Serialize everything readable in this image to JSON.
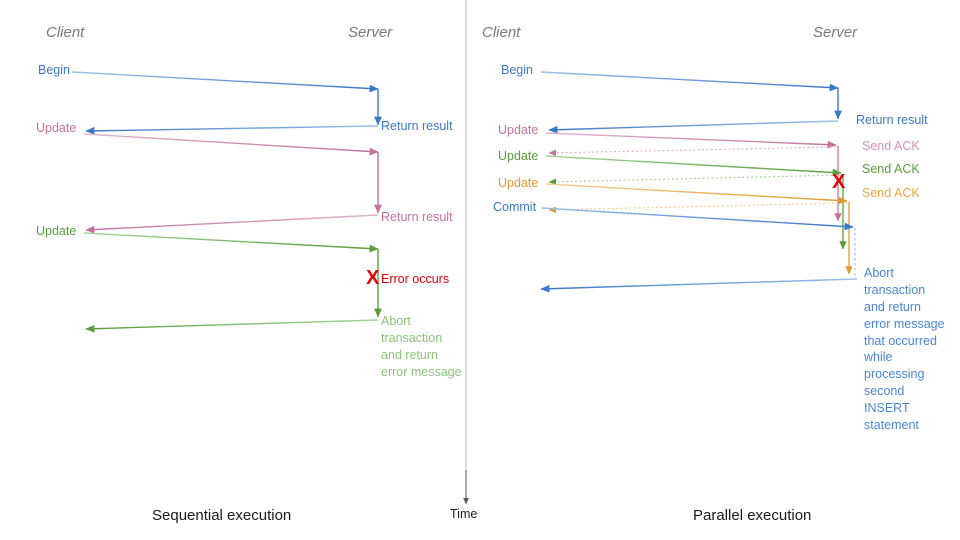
{
  "palette": {
    "blue": "#3c78c8",
    "blue_light": "#9dc0e8",
    "pink": "#c4729e",
    "pink_light": "#e0b4cc",
    "green": "#5a9e3c",
    "green_light": "#a8d49a",
    "orange": "#e09a32",
    "orange_light": "#f3cf93",
    "red": "#e8000b",
    "gray_axis": "#555555",
    "actor_gray": "#7a7a7a",
    "divider": "#b8b8b8",
    "caption_black": "#1a1a1a"
  },
  "time_axis": {
    "label": "Time"
  },
  "panels": [
    {
      "id": "sequential",
      "caption": "Sequential execution",
      "actors": {
        "client": "Client",
        "server": "Server"
      },
      "client_labels": [
        {
          "text": "Begin",
          "color_key": "blue"
        },
        {
          "text": "Update",
          "color_key": "pink"
        },
        {
          "text": "Update",
          "color_key": "green"
        }
      ],
      "server_labels": [
        {
          "text": "Return result",
          "color_key": "blue"
        },
        {
          "text": "Return result",
          "color_key": "pink"
        }
      ],
      "error": {
        "marker": "X",
        "text": "Error occurs",
        "color_key": "red"
      },
      "abort_note": {
        "lines": [
          "Abort",
          "transaction",
          "and return",
          "error message"
        ],
        "color_key": "green"
      }
    },
    {
      "id": "parallel",
      "caption": "Parallel execution",
      "actors": {
        "client": "Client",
        "server": "Server"
      },
      "client_labels": [
        {
          "text": "Begin",
          "color_key": "blue"
        },
        {
          "text": "Update",
          "color_key": "pink"
        },
        {
          "text": "Update",
          "color_key": "green"
        },
        {
          "text": "Update",
          "color_key": "orange"
        },
        {
          "text": "Commit",
          "color_key": "blue"
        }
      ],
      "server_labels": [
        {
          "text": "Return result",
          "color_key": "blue"
        },
        {
          "text": "Send ACK",
          "color_key": "pink"
        },
        {
          "text": "Send ACK",
          "color_key": "green"
        },
        {
          "text": "Send ACK",
          "color_key": "orange"
        }
      ],
      "error": {
        "marker": "X",
        "text": "",
        "color_key": "red"
      },
      "abort_note": {
        "lines": [
          "Abort",
          "transaction",
          "and return",
          "error message",
          "that occurred",
          "while",
          "processing",
          "second",
          "INSERT",
          "statement"
        ],
        "color_key": "blue"
      }
    }
  ]
}
